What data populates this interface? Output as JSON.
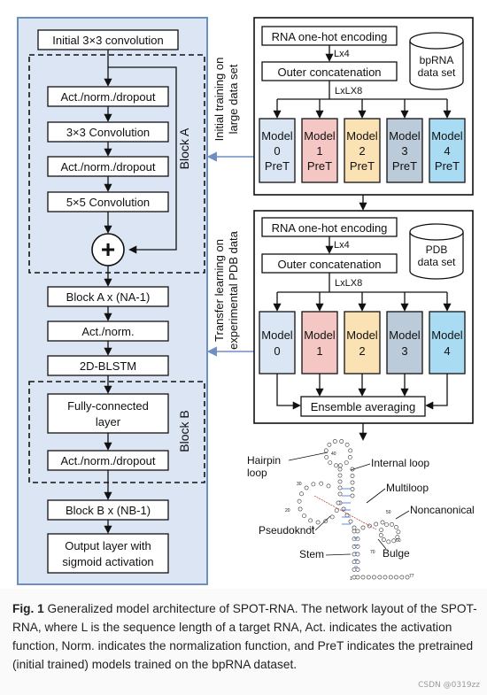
{
  "left_panel": {
    "initial_conv": "Initial 3×3 convolution",
    "block_a_label": "Block A",
    "block_a_items": [
      "Act./norm./dropout",
      "3×3 Convolution",
      "Act./norm./dropout",
      "5×5 Convolution"
    ],
    "add_symbol": "+",
    "block_a_repeat": "Block A x (NA-1)",
    "act_norm": "Act./norm.",
    "blstm": "2D-BLSTM",
    "block_b_label": "Block B",
    "fc_layer": [
      "Fully-connected",
      "layer"
    ],
    "block_b_dropout": "Act./norm./dropout",
    "block_b_repeat": "Block B x (NB-1)",
    "output_layer": [
      "Output layer with",
      "sigmoid activation"
    ]
  },
  "top_pipeline": {
    "side_label": [
      "Initial training on",
      "large data set"
    ],
    "encoding": "RNA one-hot encoding",
    "dim1": "Lx4",
    "concat": "Outer concatenation",
    "dim2": "LxLX8",
    "db_label": [
      "bpRNA",
      "data set"
    ],
    "models": [
      {
        "lines": [
          "Model",
          "0",
          "PreT"
        ],
        "color": "#dbe6f5"
      },
      {
        "lines": [
          "Model",
          "1",
          "PreT"
        ],
        "color": "#f4c6c4"
      },
      {
        "lines": [
          "Model",
          "2",
          "PreT"
        ],
        "color": "#fbe2b4"
      },
      {
        "lines": [
          "Model",
          "3",
          "PreT"
        ],
        "color": "#bccbda"
      },
      {
        "lines": [
          "Model",
          "4",
          "PreT"
        ],
        "color": "#a9dcf3"
      }
    ]
  },
  "bottom_pipeline": {
    "side_label": [
      "Transfer learning on",
      "experimental PDB data"
    ],
    "encoding": "RNA one-hot encoding",
    "dim1": "Lx4",
    "concat": "Outer concatenation",
    "dim2": "LxLX8",
    "db_label": [
      "PDB",
      "data set"
    ],
    "models": [
      {
        "lines": [
          "Model",
          "0"
        ],
        "color": "#dbe6f5"
      },
      {
        "lines": [
          "Model",
          "1"
        ],
        "color": "#f4c6c4"
      },
      {
        "lines": [
          "Model",
          "2"
        ],
        "color": "#fbe2b4"
      },
      {
        "lines": [
          "Model",
          "3"
        ],
        "color": "#bccbda"
      },
      {
        "lines": [
          "Model",
          "4"
        ],
        "color": "#a9dcf3"
      }
    ],
    "ensemble": "Ensemble averaging"
  },
  "structure_labels": {
    "hairpin": [
      "Hairpin",
      "loop"
    ],
    "internal": "Internal loop",
    "multiloop": "Multiloop",
    "noncanonical": "Noncanonical",
    "pseudoknot": "Pseudoknot",
    "stem": "Stem",
    "bulge": "Bulge",
    "nums": [
      "40",
      "30",
      "20",
      "10",
      "50",
      "60",
      "70",
      "77",
      "1"
    ]
  },
  "caption": {
    "fig": "Fig. 1",
    "text": " Generalized model architecture of SPOT-RNA. The network layout of the SPOT-RNA, where L is the sequence length of a target RNA, Act. indicates the activation function, Norm. indicates the normalization function, and PreT indicates the pretrained (initial trained) models trained on the bpRNA dataset."
  },
  "watermark": "CSDN @0319zz",
  "colors": {
    "panel_fill": "#dbe5f4",
    "panel_border": "#6f8fc4",
    "connector": "#6f8fc4"
  }
}
